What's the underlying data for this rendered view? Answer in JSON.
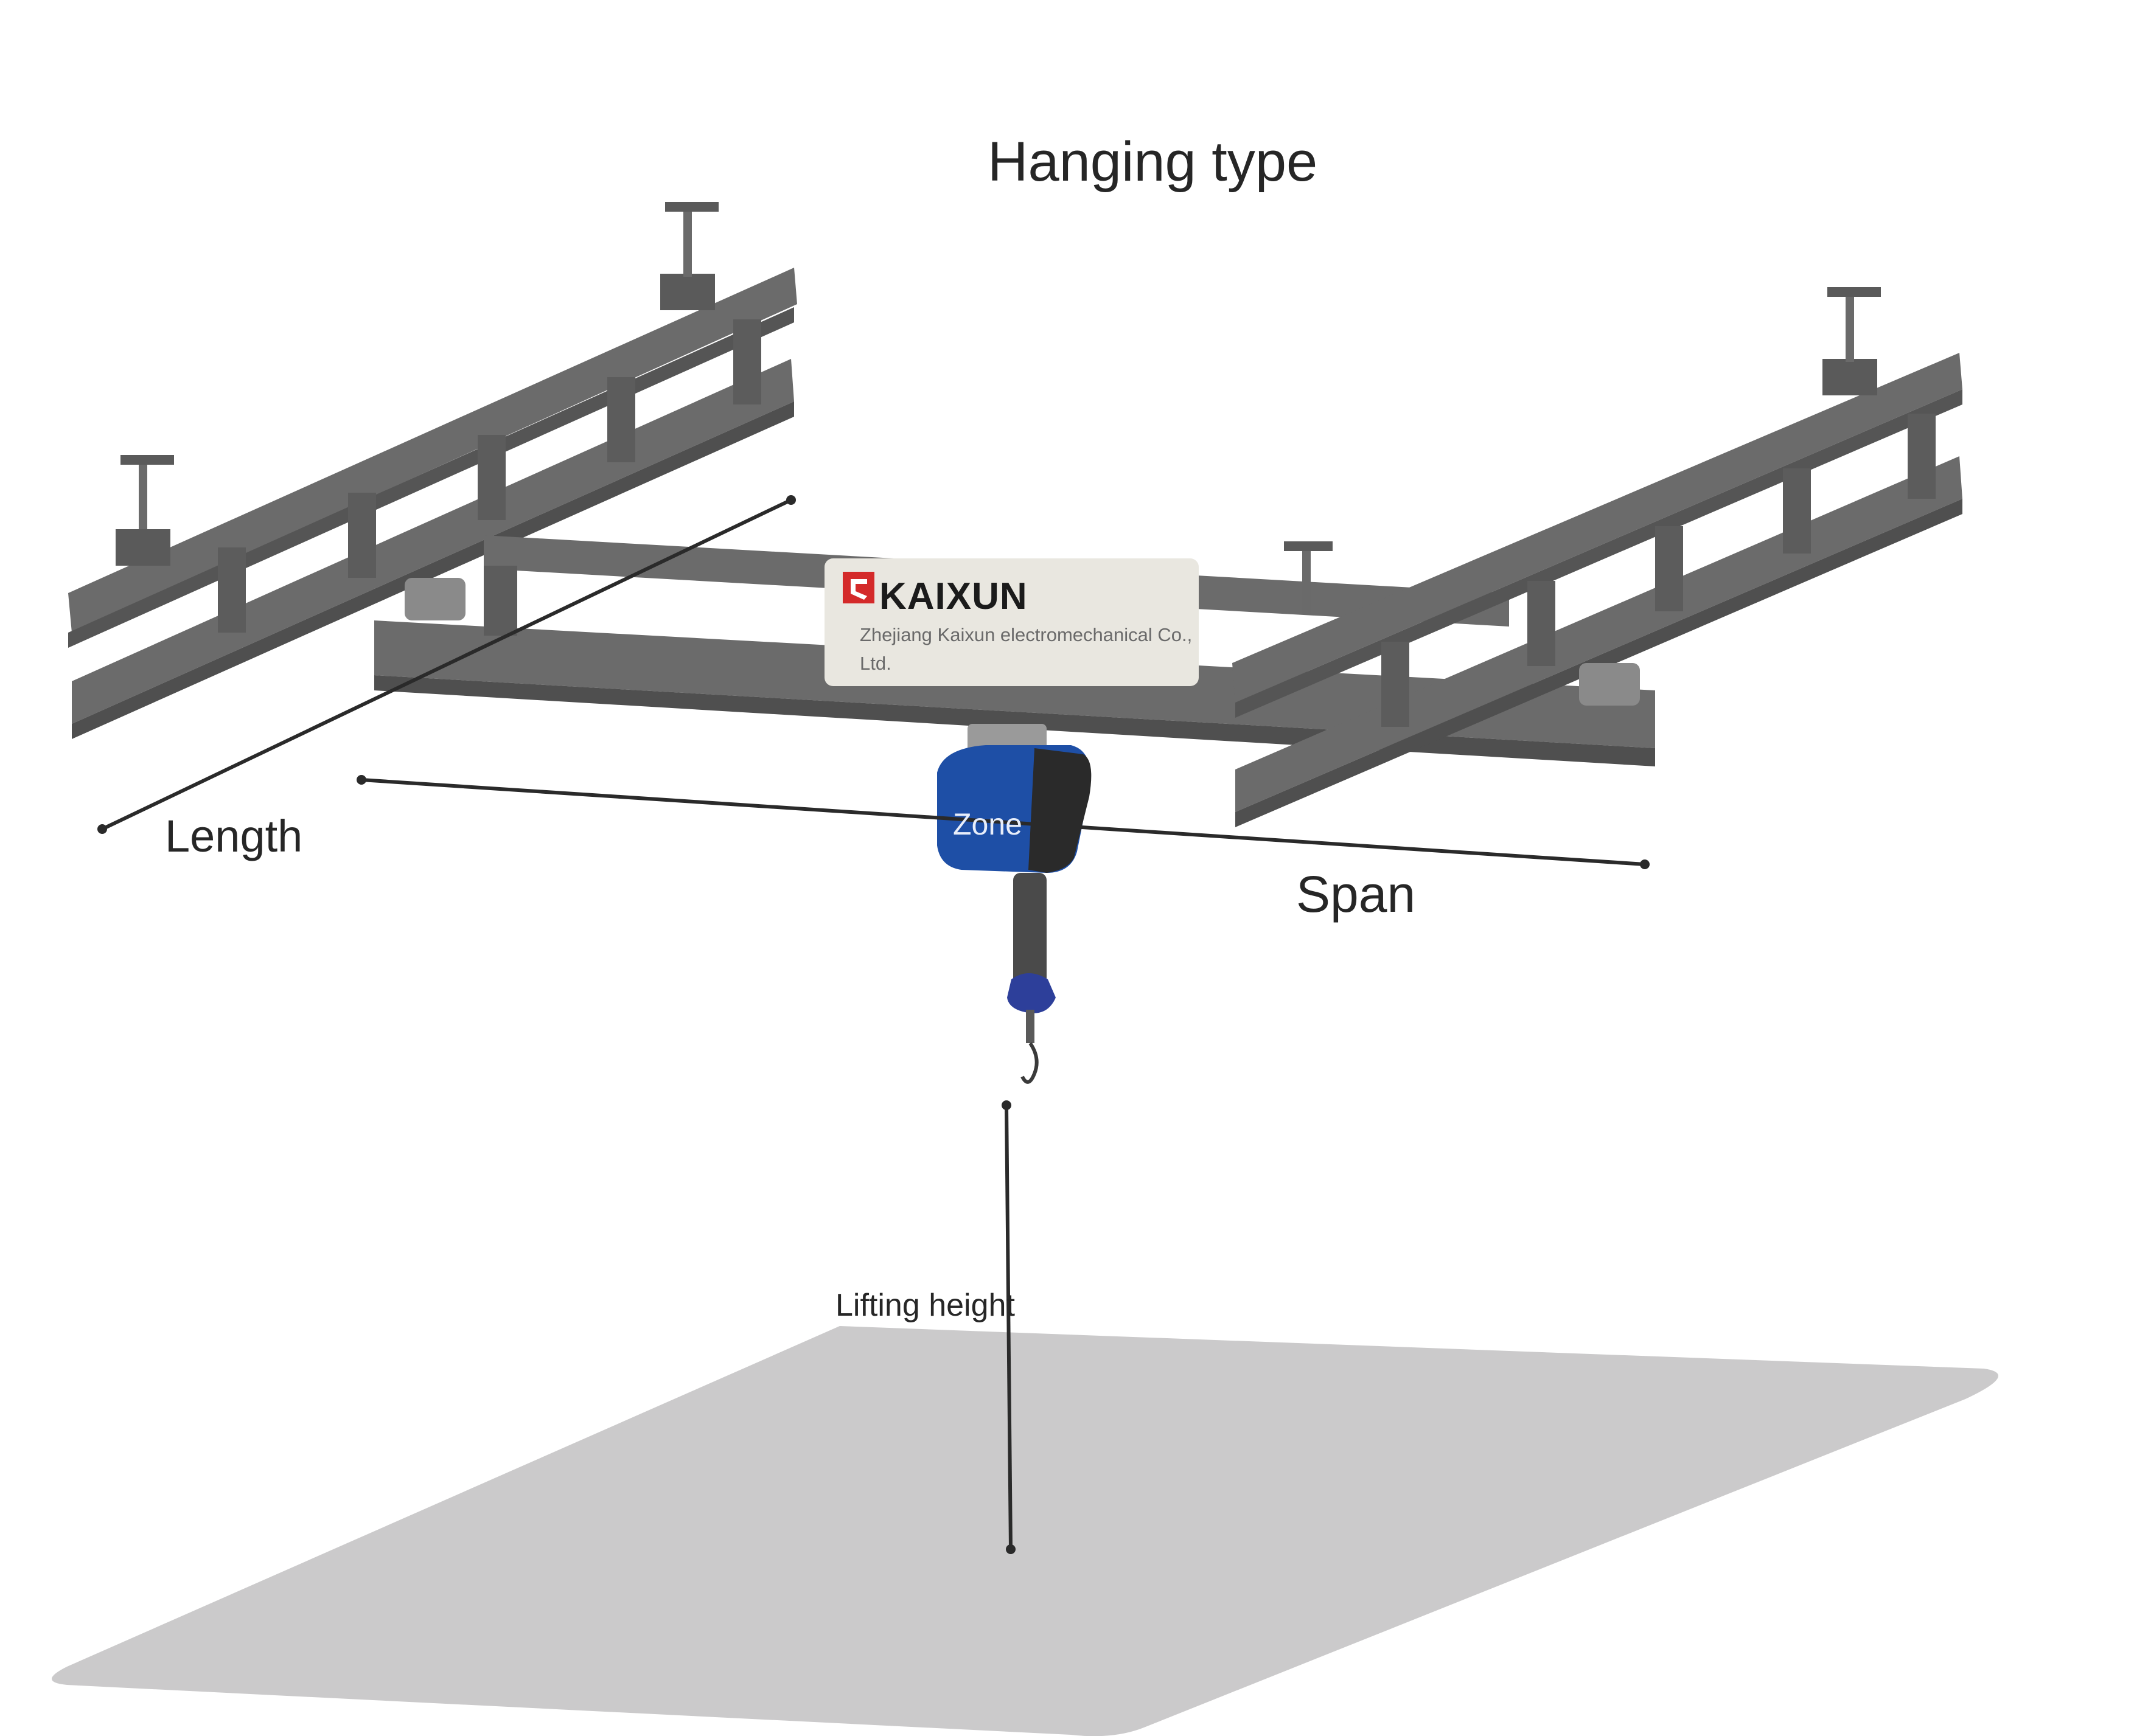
{
  "title": "Hanging type",
  "dimensions": {
    "length_label": "Length",
    "span_label": "Span",
    "lifting_height_label": "Lifting height"
  },
  "hoist": {
    "label": "Zone"
  },
  "nameplate": {
    "brand": "KAIXUN",
    "company": "Zhejiang Kaixun electromechanical Co., Ltd."
  },
  "colors": {
    "steel": "#6b6b6b",
    "steel_dark": "#4f4f4f",
    "floor": "#cbcacb",
    "hoist_blue": "#1e4fa6",
    "brand_red": "#d42a2a",
    "line": "#2a2a2a"
  }
}
